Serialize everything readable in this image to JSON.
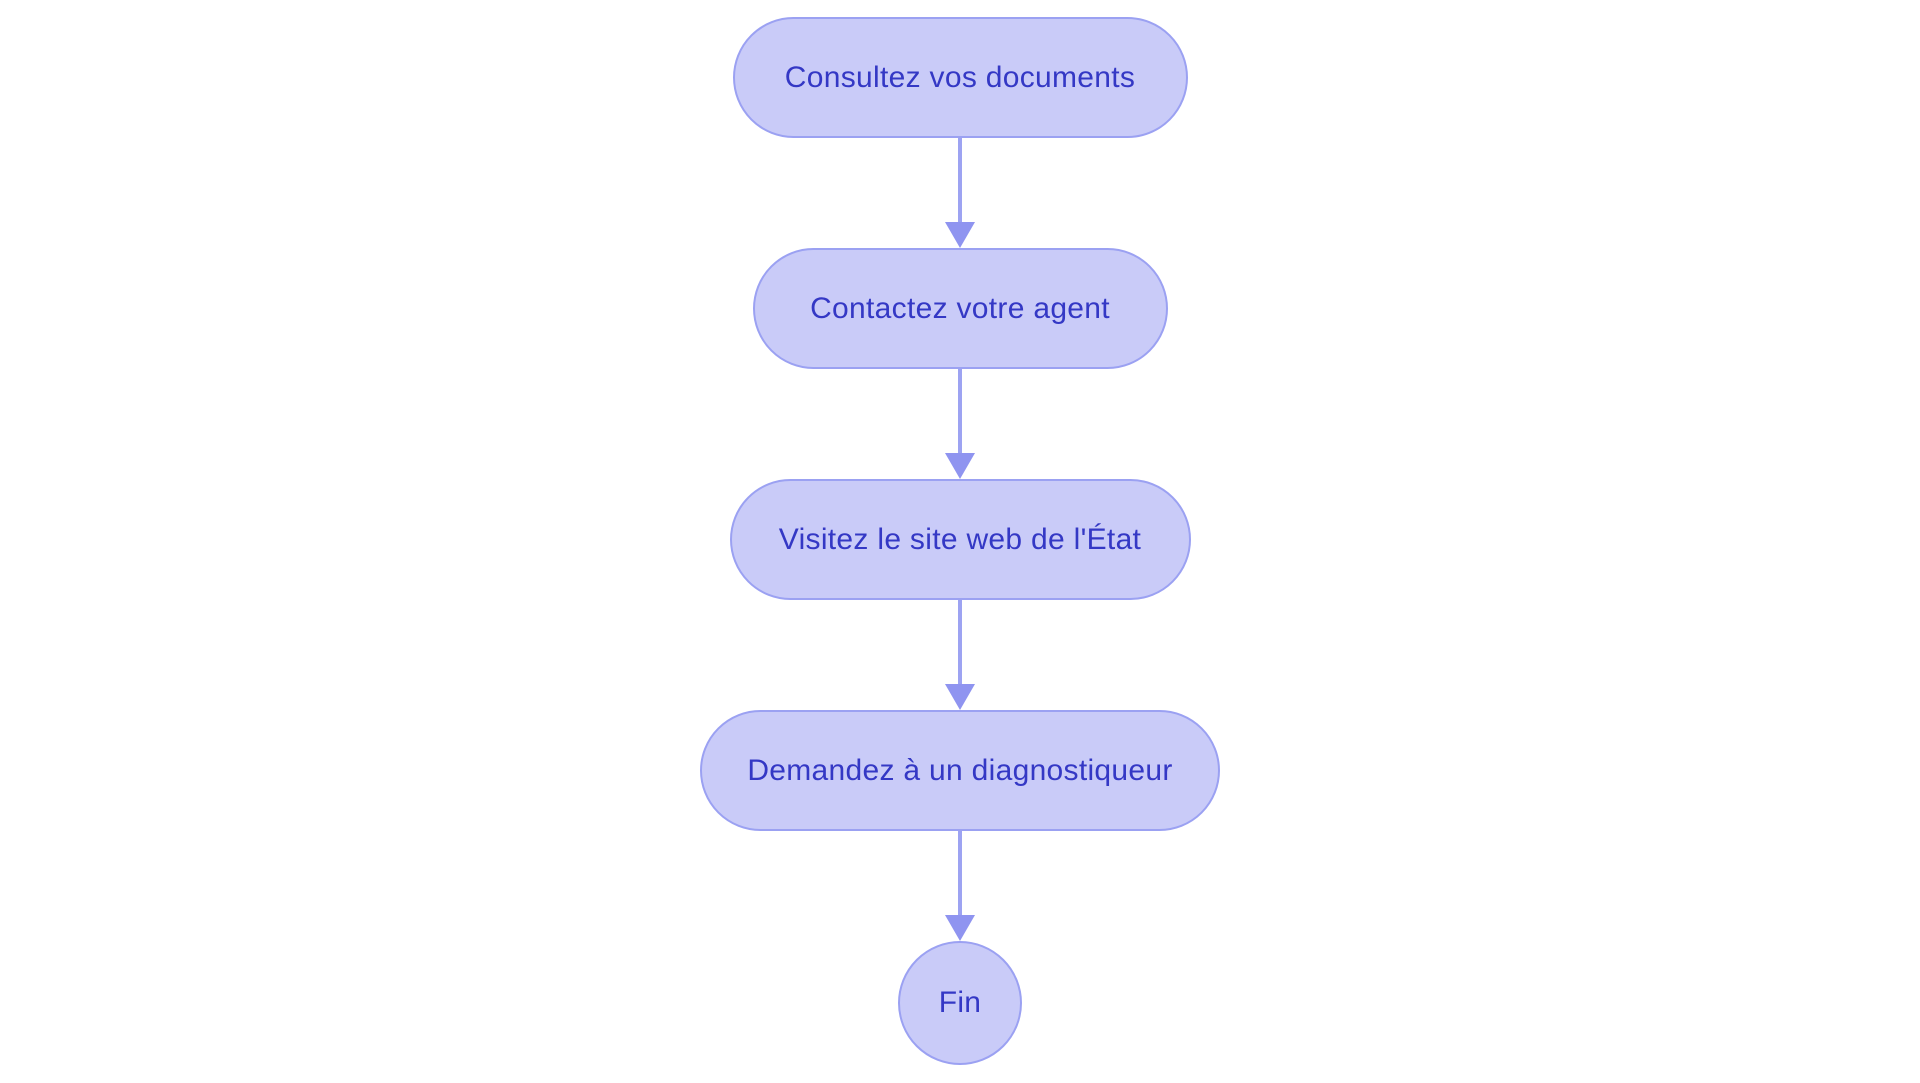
{
  "diagram": {
    "type": "flowchart",
    "direction": "top-down",
    "nodes": [
      {
        "id": "consultez-documents",
        "shape": "pill",
        "label": "Consultez vos documents"
      },
      {
        "id": "contactez-agent",
        "shape": "pill",
        "label": "Contactez votre agent"
      },
      {
        "id": "site-web-etat",
        "shape": "pill",
        "label": "Visitez le site web de l'État"
      },
      {
        "id": "demandez-diagnostiqueur",
        "shape": "pill",
        "label": "Demandez à un diagnostiqueur"
      },
      {
        "id": "fin",
        "shape": "circle",
        "label": "Fin"
      }
    ],
    "edges": [
      {
        "from": "consultez-documents",
        "to": "contactez-agent"
      },
      {
        "from": "contactez-agent",
        "to": "site-web-etat"
      },
      {
        "from": "site-web-etat",
        "to": "demandez-diagnostiqueur"
      },
      {
        "from": "demandez-diagnostiqueur",
        "to": "fin"
      }
    ]
  },
  "colors": {
    "background": "#ffffff",
    "node_fill": "#c9cbf8",
    "node_border": "#9ba1f2",
    "node_text": "#3438c5",
    "arrow_head": "#8f94f0",
    "arrow_shaft": "#9da3f2"
  }
}
